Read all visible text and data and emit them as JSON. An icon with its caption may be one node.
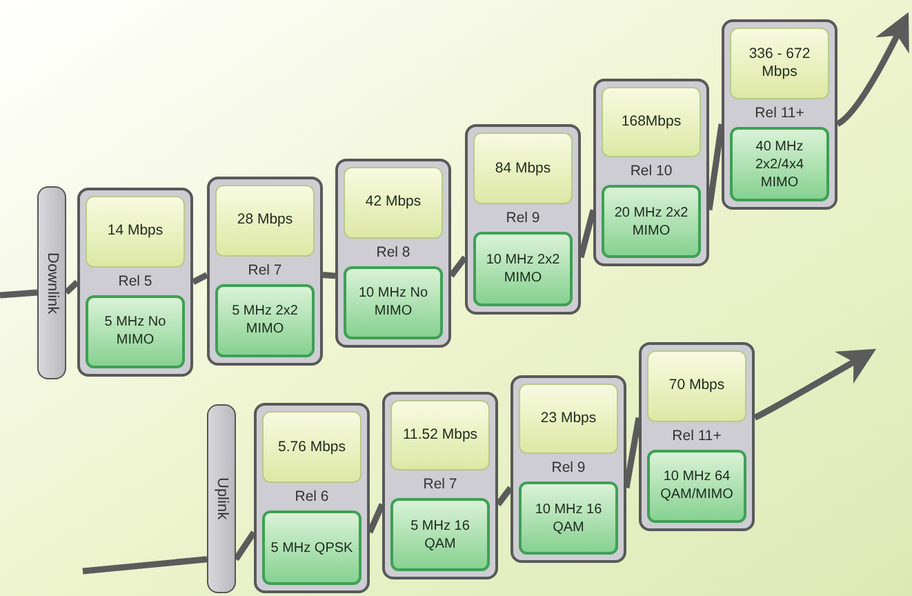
{
  "diagram": {
    "nodes": [
      {
        "text": [
          "Downlink"
        ]
      },
      {
        "text": [
          "Rel 5"
        ]
      },
      {
        "text": [
          "14 Mbps"
        ],
        "in": 1
      },
      {
        "text": [
          "5 MHz No MIMO"
        ],
        "in": 1
      },
      {
        "text": [
          "Rel 7"
        ]
      },
      {
        "text": [
          "28 Mbps"
        ],
        "in": 4
      },
      {
        "text": [
          "5 MHz 2x2 MIMO"
        ],
        "in": 4
      },
      {
        "text": [
          "Rel 8"
        ]
      },
      {
        "text": [
          "42 Mbps"
        ],
        "in": 7
      },
      {
        "text": [
          "10 MHz No MIMO"
        ],
        "in": 7
      },
      {
        "text": [
          "Rel 9"
        ]
      },
      {
        "text": [
          "84 Mbps"
        ],
        "in": 10
      },
      {
        "text": [
          "10 MHz 2x2 MIMO"
        ],
        "in": 10
      },
      {
        "text": [
          "Rel 10"
        ]
      },
      {
        "text": [
          "168Mbps"
        ],
        "in": 13
      },
      {
        "text": [
          "20 MHz 2x2 MIMO"
        ],
        "in": 13
      },
      {
        "text": [
          "Rel 11+"
        ]
      },
      {
        "text": [
          "336 - 672 Mbps"
        ],
        "in": 16
      },
      {
        "text": [
          "40 MHz 2x2/4x4 MIMO"
        ],
        "in": 16
      },
      {
        "text": [
          "Uplink"
        ]
      },
      {
        "text": [
          "Rel 6"
        ]
      },
      {
        "text": [
          "5.76 Mbps"
        ],
        "in": 20
      },
      {
        "text": [
          "5 MHz QPSK"
        ],
        "in": 20
      },
      {
        "text": [
          "Rel 7"
        ]
      },
      {
        "text": [
          "11.52 Mbps"
        ],
        "in": 23
      },
      {
        "text": [
          "5 MHz 16 QAM"
        ],
        "in": 23
      },
      {
        "text": [
          "Rel 9"
        ]
      },
      {
        "text": [
          "23 Mbps"
        ],
        "in": 26
      },
      {
        "text": [
          "10 MHz 16 QAM"
        ],
        "in": 26
      },
      {
        "text": [
          "Rel 11+"
        ]
      },
      {
        "text": [
          "70 Mbps"
        ],
        "in": 29
      },
      {
        "text": [
          "10 MHz 64 QAM/MIMO"
        ],
        "in": 29
      }
    ],
    "edges": [
      {
        "from": null,
        "to": 0,
        "arrow": "none"
      },
      {
        "from": 0,
        "to": 1,
        "arrow": "none"
      },
      {
        "from": 1,
        "to": 4,
        "arrow": "none"
      },
      {
        "from": 4,
        "to": 7,
        "arrow": "none"
      },
      {
        "from": 7,
        "to": 10,
        "arrow": "none"
      },
      {
        "from": 10,
        "to": 13,
        "arrow": "none"
      },
      {
        "from": 13,
        "to": 16,
        "arrow": "none"
      },
      {
        "from": 16,
        "to": null,
        "arrow": "to"
      },
      {
        "from": null,
        "to": 19,
        "arrow": "none"
      },
      {
        "from": 19,
        "to": 20,
        "arrow": "none"
      },
      {
        "from": 20,
        "to": 23,
        "arrow": "none"
      },
      {
        "from": 23,
        "to": 26,
        "arrow": "none"
      },
      {
        "from": 26,
        "to": 29,
        "arrow": "none"
      },
      {
        "from": 29,
        "to": null,
        "arrow": "to"
      }
    ]
  }
}
